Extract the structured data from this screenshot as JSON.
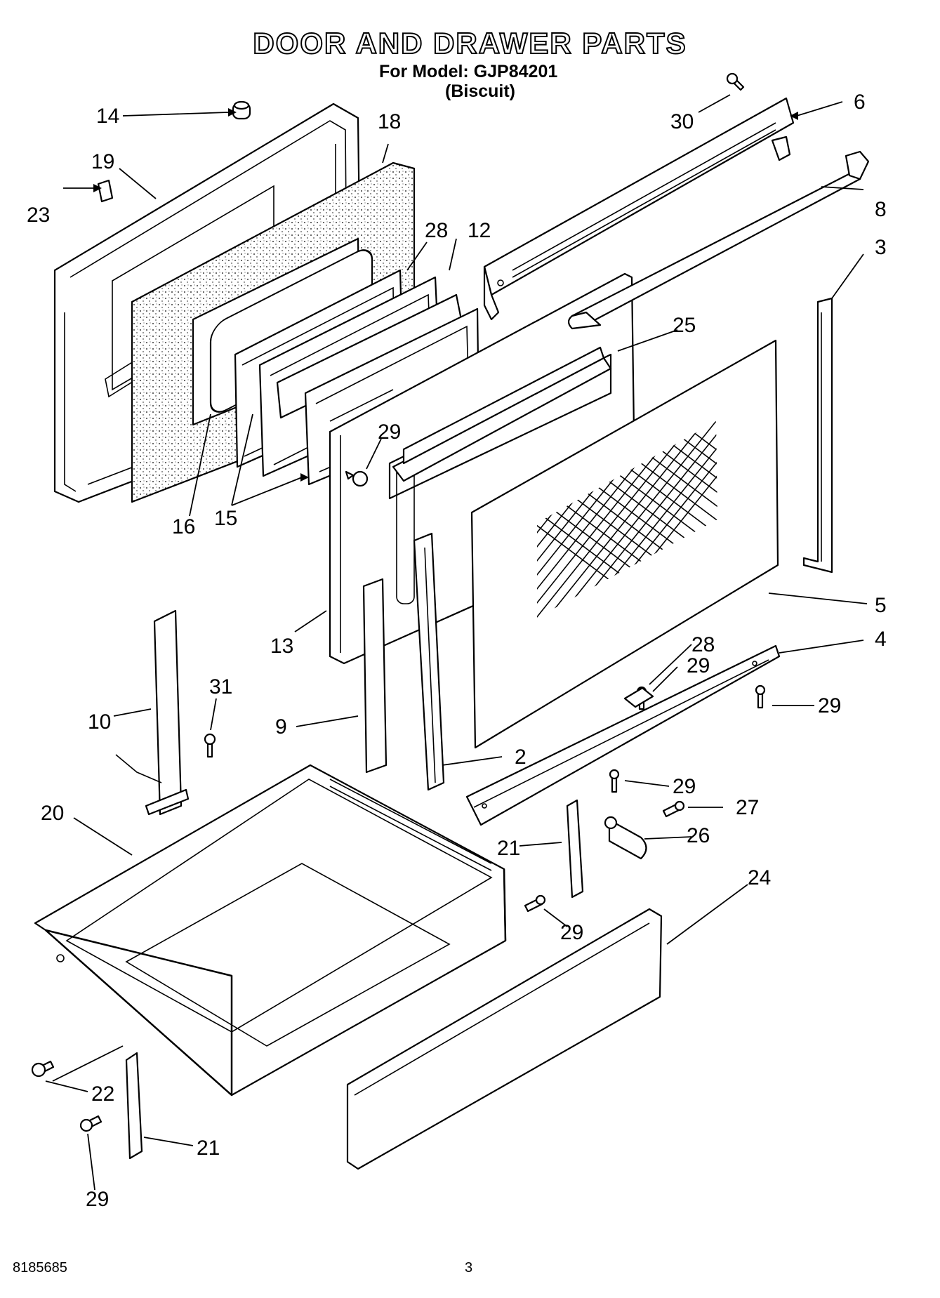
{
  "header": {
    "title": "DOOR AND DRAWER PARTS",
    "model_line": "For Model: GJP84201",
    "variant": "(Biscuit)"
  },
  "footer": {
    "document_number": "8185685",
    "page_number": "3"
  },
  "callouts": {
    "c14": "14",
    "c18": "18",
    "c19": "19",
    "c23": "23",
    "c28a": "28",
    "c12": "12",
    "c16": "16",
    "c15": "15",
    "c29a": "29",
    "c30": "30",
    "c6": "6",
    "c8": "8",
    "c3": "3",
    "c25": "25",
    "c5": "5",
    "c13": "13",
    "c4": "4",
    "c28b": "28",
    "c29b": "29",
    "c29c": "29",
    "c10": "10",
    "c31": "31",
    "c9": "9",
    "c2": "2",
    "c20": "20",
    "c29d": "29",
    "c27": "27",
    "c21a": "21",
    "c26": "26",
    "c24": "24",
    "c29e": "29",
    "c22": "22",
    "c21b": "21",
    "c29f": "29"
  }
}
